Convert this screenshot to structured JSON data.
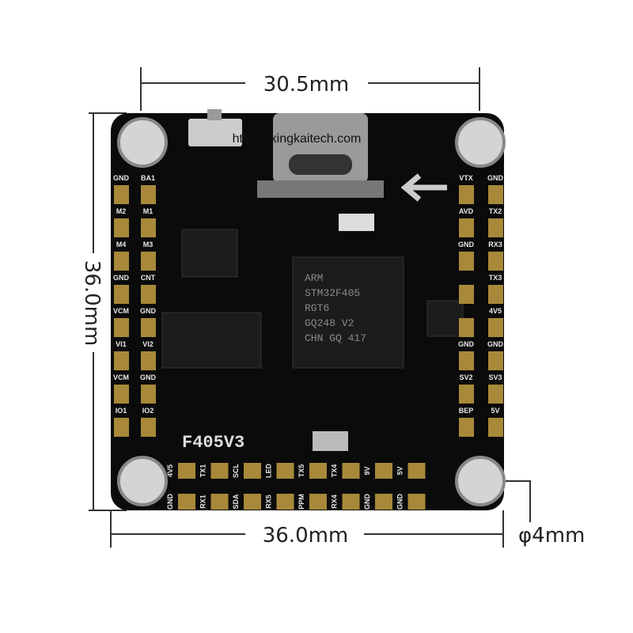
{
  "dimensions": {
    "top": "30.5mm",
    "left": "36.0mm",
    "bottom": "36.0mm",
    "hole": "φ4mm"
  },
  "board": {
    "model": "F405V3",
    "watermark": "https://xingkaitech.com",
    "mcu_lines": [
      "ARM",
      "STM32F405",
      "RGT6",
      "GQ248 V2",
      "CHN GQ 417"
    ],
    "left_pads": {
      "outer": [
        "GND",
        "M2",
        "M4",
        "GND",
        "VCM",
        "VI1",
        "VCM",
        "IO1"
      ],
      "inner": [
        "BA1",
        "M1",
        "M3",
        "CNT",
        "GND",
        "VI2",
        "GND",
        "IO2"
      ]
    },
    "right_pads": {
      "inner": [
        "VTX",
        "AVD",
        "GND",
        "",
        "",
        "GND",
        "SV2",
        "BEP"
      ],
      "outer": [
        "GND",
        "TX2",
        "RX3",
        "TX3",
        "4V5",
        "GND",
        "SV3",
        "5V"
      ]
    },
    "bottom_pads": {
      "row1": [
        "4V5",
        "TX1",
        "SCL",
        "LED",
        "TX5",
        "TX4",
        "9V",
        "5V"
      ],
      "row2": [
        "GND",
        "RX1",
        "SDA",
        "RX5",
        "PPM",
        "RX4",
        "GND",
        "GND"
      ]
    }
  },
  "colors": {
    "board": "#0b0b0b",
    "pad": "#a8893a",
    "hole": "#d4d4d4"
  }
}
